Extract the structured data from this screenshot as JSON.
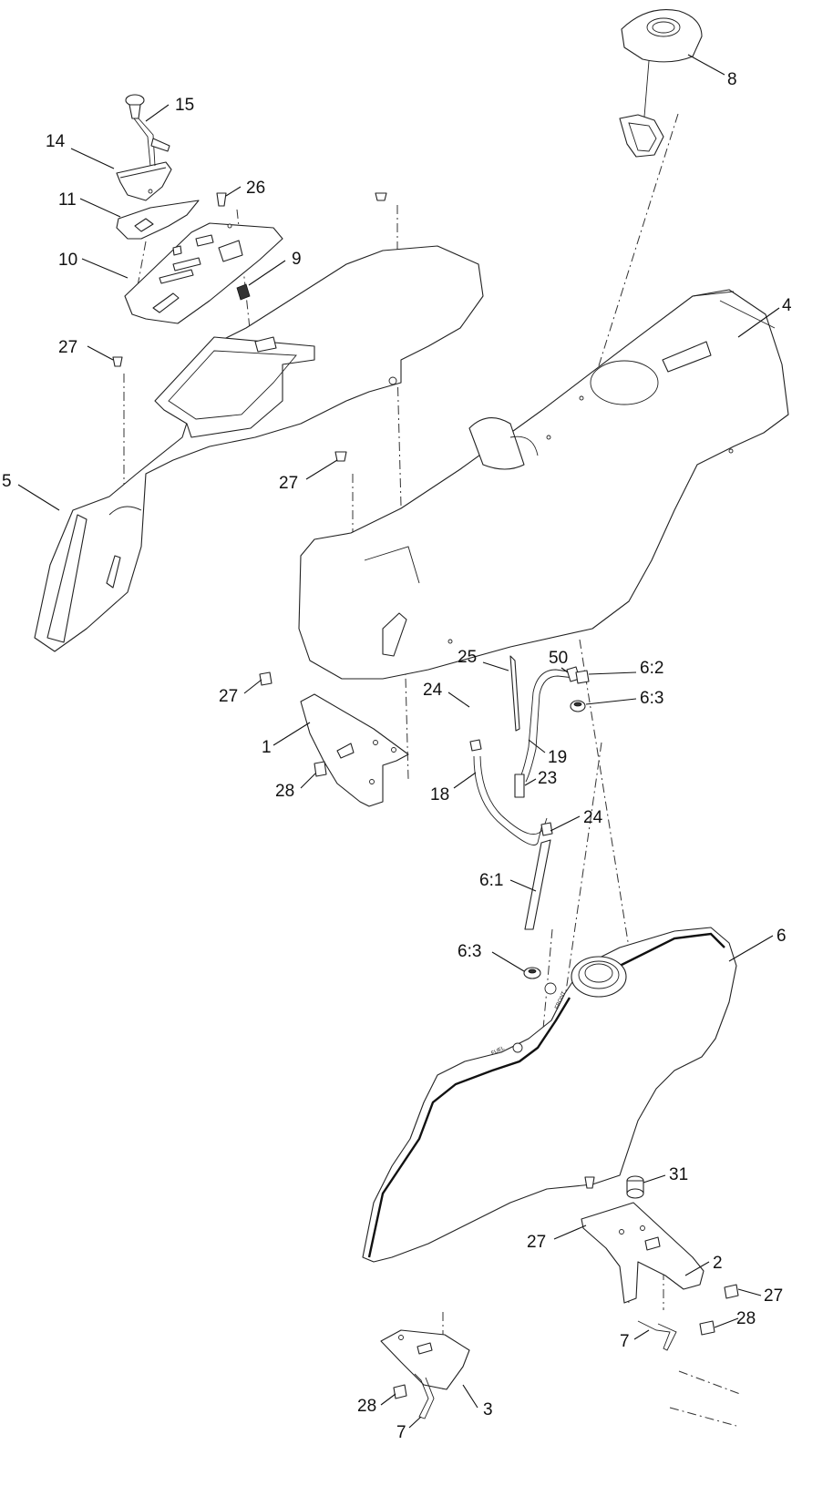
{
  "callouts": [
    {
      "id": "c15",
      "text": "15"
    },
    {
      "id": "c14",
      "text": "14"
    },
    {
      "id": "c11",
      "text": "11"
    },
    {
      "id": "c26",
      "text": "26"
    },
    {
      "id": "c10",
      "text": "10"
    },
    {
      "id": "c9",
      "text": "9"
    },
    {
      "id": "c27a",
      "text": "27"
    },
    {
      "id": "c5",
      "text": "5"
    },
    {
      "id": "c8",
      "text": "8"
    },
    {
      "id": "c4",
      "text": "4"
    },
    {
      "id": "c27b",
      "text": "27"
    },
    {
      "id": "c25",
      "text": "25"
    },
    {
      "id": "c50",
      "text": "50"
    },
    {
      "id": "c62",
      "text": "6:2"
    },
    {
      "id": "c24a",
      "text": "24"
    },
    {
      "id": "c63a",
      "text": "6:3"
    },
    {
      "id": "c27c",
      "text": "27"
    },
    {
      "id": "c1",
      "text": "1"
    },
    {
      "id": "c19",
      "text": "19"
    },
    {
      "id": "c23",
      "text": "23"
    },
    {
      "id": "c28a",
      "text": "28"
    },
    {
      "id": "c18",
      "text": "18"
    },
    {
      "id": "c24b",
      "text": "24"
    },
    {
      "id": "c61",
      "text": "6:1"
    },
    {
      "id": "c6",
      "text": "6"
    },
    {
      "id": "c63b",
      "text": "6:3"
    },
    {
      "id": "c31",
      "text": "31"
    },
    {
      "id": "c27d",
      "text": "27"
    },
    {
      "id": "c2",
      "text": "2"
    },
    {
      "id": "c27e",
      "text": "27"
    },
    {
      "id": "c28b",
      "text": "28"
    },
    {
      "id": "c7a",
      "text": "7"
    },
    {
      "id": "c28c",
      "text": "28"
    },
    {
      "id": "c3",
      "text": "3"
    },
    {
      "id": "c7b",
      "text": "7"
    }
  ],
  "tank_markings": {
    "fuel": "FUEL",
    "front": "FRONT"
  }
}
